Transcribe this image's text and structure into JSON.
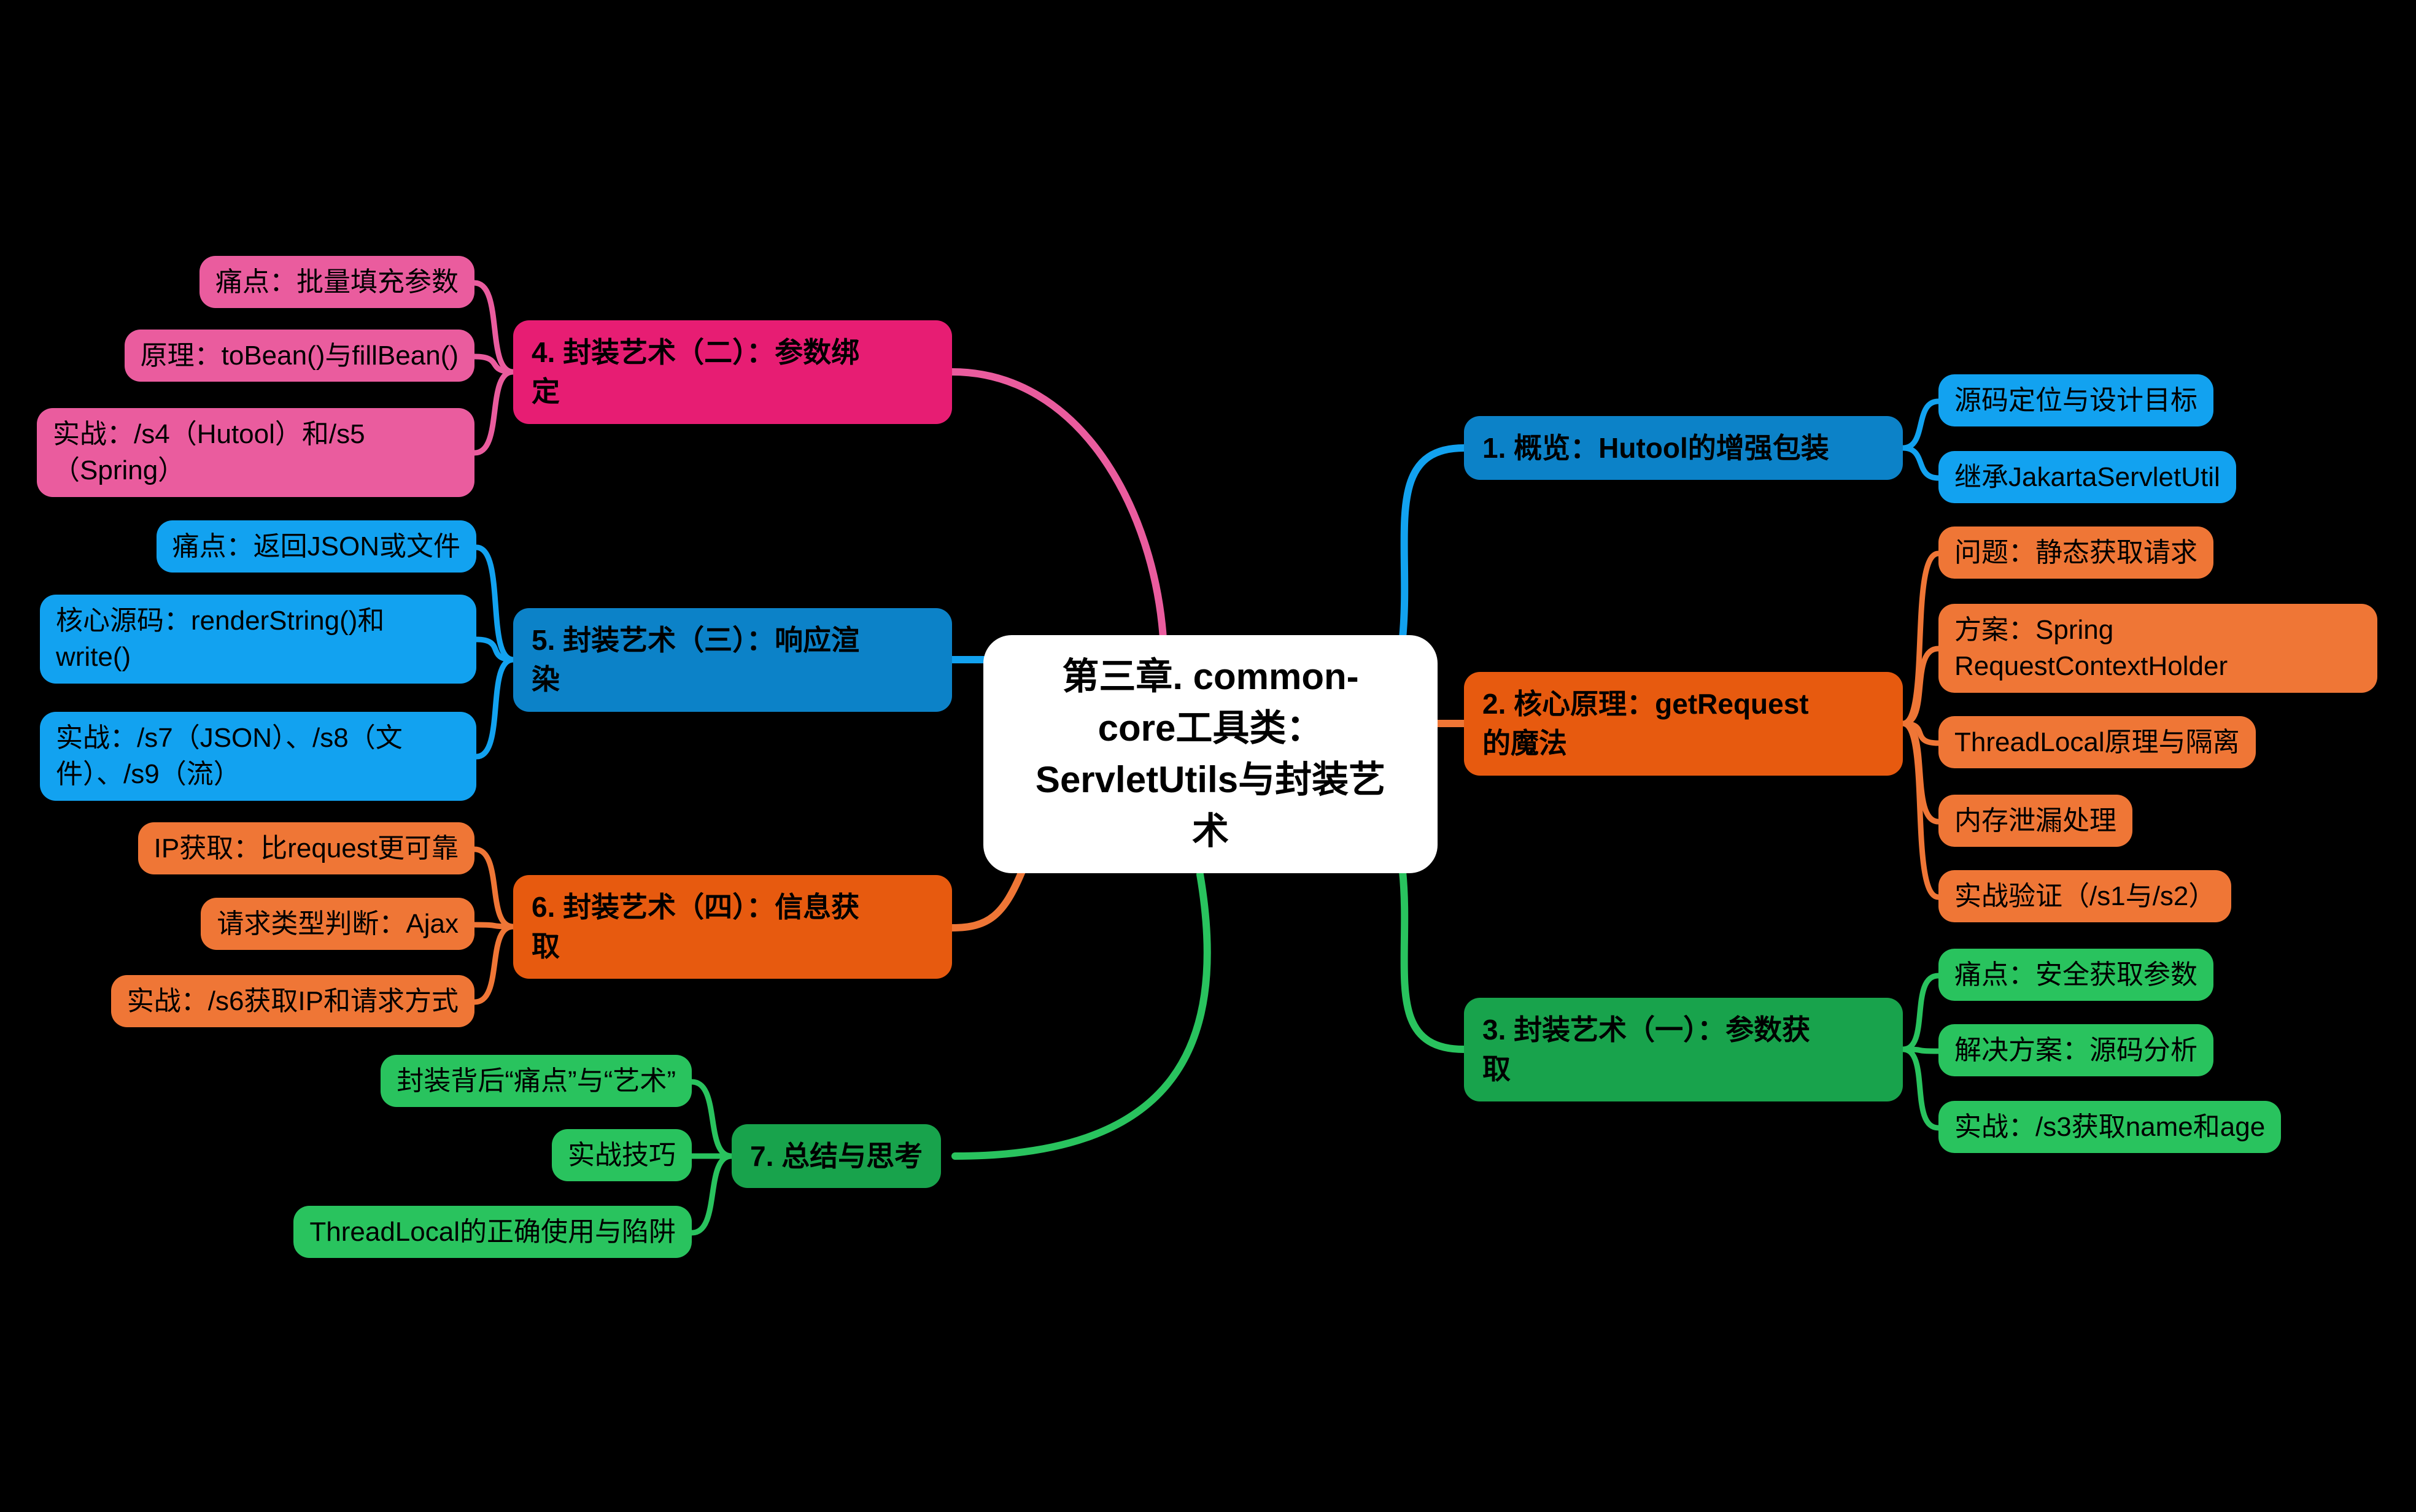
{
  "canvas": {
    "background": "#000000"
  },
  "center": {
    "label": "第三章. common-\ncore工具类：\nServletUtils与封装艺\n术",
    "bg": "#ffffff",
    "text_color": "#000000"
  },
  "branches": [
    {
      "label": "1. 概览：Hutool的增强包装",
      "colors": {
        "main": "#0c82c8",
        "child": "#12a2f0",
        "line": "#12a2f0"
      },
      "children": [
        "源码定位与设计目标",
        "继承JakartaServletUtil"
      ]
    },
    {
      "label": "2. 核心原理：getRequest\n的魔法",
      "colors": {
        "main": "#e75a0f",
        "child": "#ef7636",
        "line": "#ef7636"
      },
      "children": [
        "问题：静态获取请求",
        "方案：Spring\nRequestContextHolder",
        "ThreadLocal原理与隔离",
        "内存泄漏处理",
        "实战验证（/s1与/s2）"
      ]
    },
    {
      "label": "3. 封装艺术（一）：参数获\n取",
      "colors": {
        "main": "#18a34c",
        "child": "#29c35e",
        "line": "#29c35e"
      },
      "children": [
        "痛点：安全获取参数",
        "解决方案：源码分析",
        "实战：/s3获取name和age"
      ]
    },
    {
      "label": "4. 封装艺术（二）：参数绑\n定",
      "colors": {
        "main": "#e71d73",
        "child": "#ea5c9e",
        "line": "#ea5c9e"
      },
      "children": [
        "痛点：批量填充参数",
        "原理：toBean()与fillBean()",
        "实战：/s4（Hutool）和/s5\n（Spring）"
      ]
    },
    {
      "label": "5. 封装艺术（三）：响应渲\n染",
      "colors": {
        "main": "#0c82c8",
        "child": "#12a2f0",
        "line": "#12a2f0"
      },
      "children": [
        "痛点：返回JSON或文件",
        "核心源码：renderString()和\nwrite()",
        "实战：/s7（JSON）、/s8（文\n件）、/s9（流）"
      ]
    },
    {
      "label": "6. 封装艺术（四）：信息获\n取",
      "colors": {
        "main": "#e75a0f",
        "child": "#ef7636",
        "line": "#ef7636"
      },
      "children": [
        "IP获取：比request更可靠",
        "请求类型判断：Ajax",
        "实战：/s6获取IP和请求方式"
      ]
    },
    {
      "label": "7. 总结与思考",
      "colors": {
        "main": "#18a34c",
        "child": "#29c35e",
        "line": "#29c35e"
      },
      "children": [
        "封装背后“痛点”与“艺术”",
        "实战技巧",
        "ThreadLocal的正确使用与陷阱"
      ]
    }
  ]
}
